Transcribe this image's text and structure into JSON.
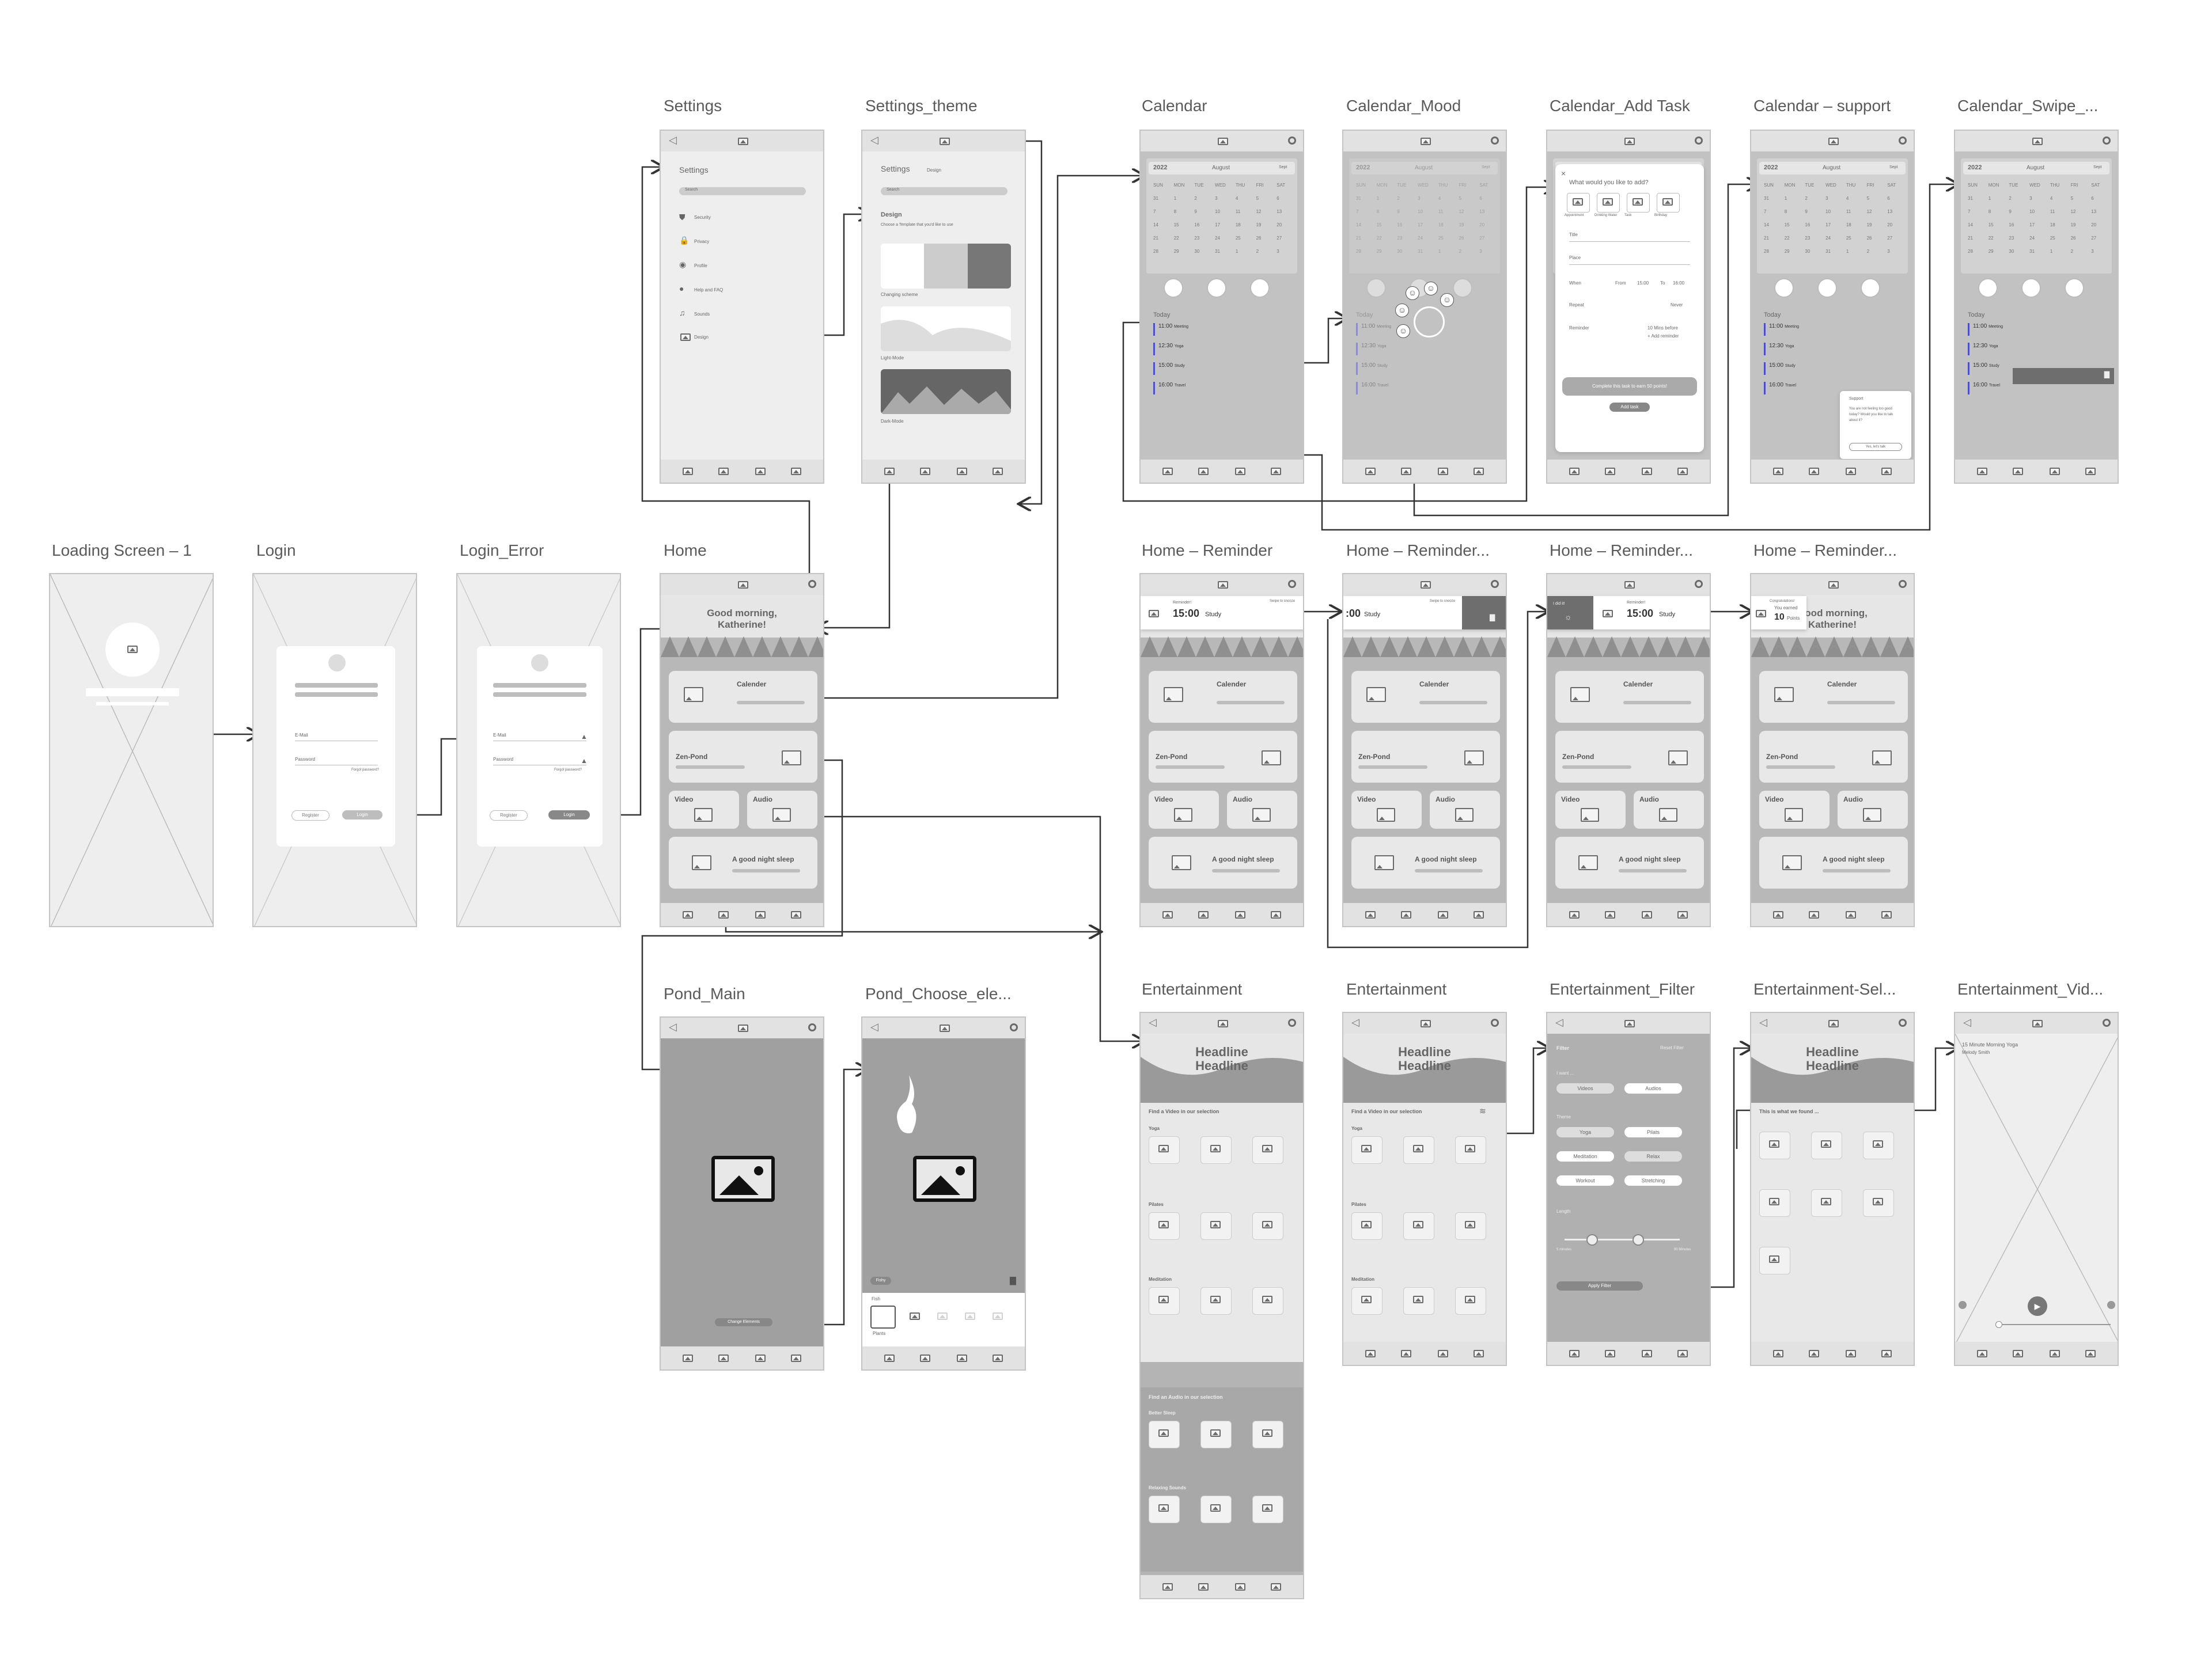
{
  "frames": {
    "loading": "Loading Screen – 1",
    "login": "Login",
    "login_error": "Login_Error",
    "settings": "Settings",
    "settings_theme": "Settings_theme",
    "home": "Home",
    "pond_main": "Pond_Main",
    "pond_choose": "Pond_Choose_ele...",
    "calendar": "Calendar",
    "calendar_mood": "Calendar_Mood",
    "calendar_add": "Calendar_Add Task",
    "calendar_support": "Calendar – support",
    "calendar_swipe": "Calendar_Swipe_...",
    "home_reminder_1": "Home – Reminder",
    "home_reminder_2": "Home – Reminder...",
    "home_reminder_3": "Home – Reminder...",
    "home_reminder_4": "Home – Reminder...",
    "entertainment_1": "Entertainment",
    "entertainment_2": "Entertainment",
    "entertainment_filter": "Entertainment_Filter",
    "entertainment_sel": "Entertainment-Sel...",
    "entertainment_vid": "Entertainment_Vid..."
  },
  "login": {
    "email": "E-Mail",
    "password": "Password",
    "forgot": "Forgot password?",
    "register": "Register",
    "login": "Login"
  },
  "settings": {
    "title": "Settings",
    "search": "Search",
    "items": [
      "Security",
      "Privacy",
      "Profile",
      "Help and FAQ",
      "Sounds",
      "Design"
    ],
    "crumb": "Design",
    "design": "Design",
    "design_sub": "Choose a Template that you'd like to use",
    "changing": "Changing scheme",
    "light": "Light-Mode",
    "dark": "Dark-Mode"
  },
  "home": {
    "greeting": "Good morning,",
    "name": "Katherine!",
    "calendar": "Calender",
    "zen": "Zen-Pond",
    "video": "Video",
    "audio": "Audio",
    "sleep": "A good night sleep"
  },
  "calendar": {
    "year": "2022",
    "month": "August",
    "next": "Sept",
    "days": [
      "SUN",
      "MON",
      "TUE",
      "WED",
      "THU",
      "FRI",
      "SAT"
    ],
    "dates": [
      "31",
      "1",
      "2",
      "3",
      "4",
      "5",
      "6",
      "7",
      "8",
      "9",
      "10",
      "11",
      "12",
      "13",
      "14",
      "15",
      "16",
      "17",
      "18",
      "19",
      "20",
      "21",
      "22",
      "23",
      "24",
      "25",
      "26",
      "27",
      "28",
      "29",
      "30",
      "31",
      "1",
      "2",
      "3"
    ],
    "today": "Today",
    "rows": [
      {
        "time": "11:00",
        "label": "Meeting"
      },
      {
        "time": "12:30",
        "label": "Yoga"
      },
      {
        "time": "15:00",
        "label": "Study"
      },
      {
        "time": "16:00",
        "label": "Travel"
      }
    ],
    "add_title": "What would you like to add?",
    "add_opts": [
      "Appointment",
      "Drinking Water",
      "Task",
      "Birthday"
    ],
    "field_title": "Title",
    "field_place": "Place",
    "when": "When",
    "from": "From",
    "from_val": "15:00",
    "to": "To",
    "to_val": "16:00",
    "repeat": "Repeat",
    "repeat_val": "Never",
    "reminder": "Reminder",
    "reminder_val": "10 Mins before",
    "add_reminder": "+ Add reminder",
    "complete": "Complete this task to earn 50 points!",
    "add_task": "Add task",
    "support_title": "Support",
    "support_text": "You are not feeling too good today? Would you like to talk about it?",
    "support_btn": "Yes, let's talk"
  },
  "reminder": {
    "label": "Reminder!",
    "time": "15:00",
    "task": "Study",
    "snooze": "Swipe to snooze",
    "partial": ":00",
    "done": "I did it!",
    "congrats": "Congratulations!",
    "earned": "You earned",
    "points": "10",
    "points_label": "Points"
  },
  "entertainment": {
    "headline1": "Headline",
    "headline2": "Headline",
    "find_video": "Find a Video in our selection",
    "yoga": "Yoga",
    "pilates": "Pilates",
    "meditation": "Meditation",
    "find_audio": "Find an Audio in our selection",
    "better_sleep": "Better Sleep",
    "relaxing": "Relaxing Sounds",
    "filter": "Filter",
    "reset": "Reset Filter",
    "want": "I want ...",
    "videos": "Videos",
    "audios": "Audios",
    "theme": "Theme",
    "themes": [
      "Yoga",
      "Pilats",
      "Meditation",
      "Relax",
      "Workout",
      "Stretching"
    ],
    "length": "Length",
    "min": "5 minutes",
    "max": "90 Minutes",
    "apply": "Apply Filter",
    "found": "This is what we found ...",
    "vid_title": "15 Minute Morning Yoga",
    "vid_author": "Melody Smith"
  },
  "pond": {
    "change": "Change Elements",
    "fishy": "Fishy",
    "fish": "Fish",
    "plants": "Plants"
  }
}
